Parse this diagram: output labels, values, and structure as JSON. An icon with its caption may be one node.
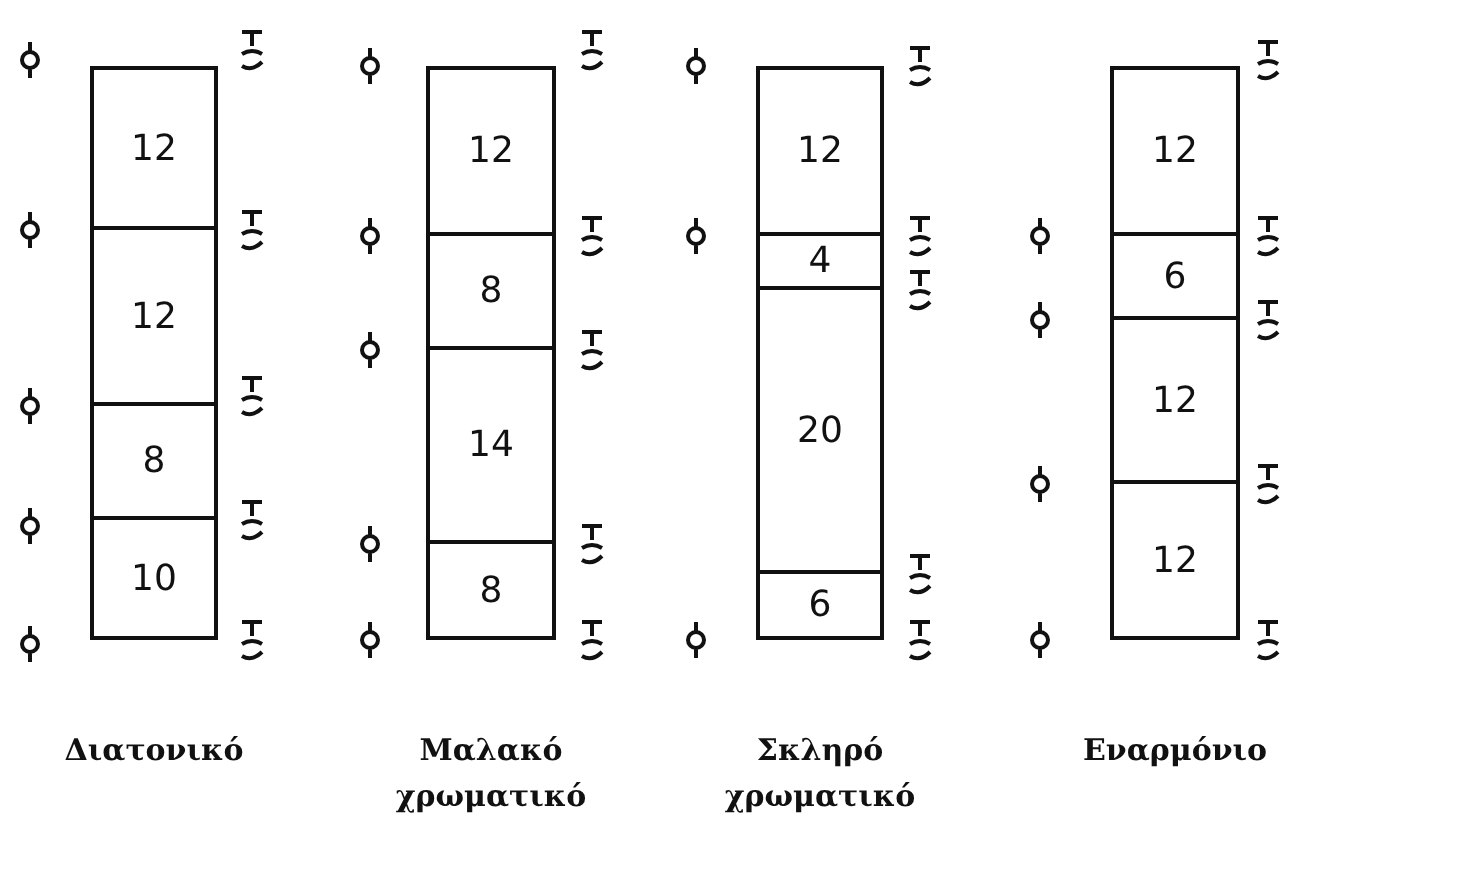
{
  "diagram": {
    "nodes": [
      {
        "text": [
          "12"
        ]
      },
      {
        "text": [
          "12"
        ]
      },
      {
        "text": [
          "8"
        ]
      },
      {
        "text": [
          "10"
        ]
      },
      {
        "text": [
          "12"
        ]
      },
      {
        "text": [
          "8"
        ]
      },
      {
        "text": [
          "14"
        ]
      },
      {
        "text": [
          "8"
        ]
      },
      {
        "text": [
          "12"
        ]
      },
      {
        "text": [
          "4"
        ]
      },
      {
        "text": [
          "20"
        ]
      },
      {
        "text": [
          "6"
        ]
      },
      {
        "text": [
          "12"
        ]
      },
      {
        "text": [
          "6"
        ]
      },
      {
        "text": [
          "12"
        ]
      },
      {
        "text": [
          "12"
        ]
      }
    ],
    "labels": [
      "Διατονικό",
      "Μαλακό χρωματικό",
      "Σκληρό χρωματικό",
      "Εναρμόνιο"
    ]
  }
}
